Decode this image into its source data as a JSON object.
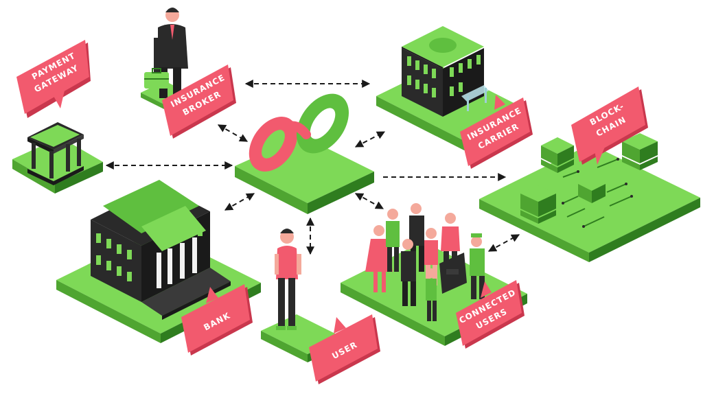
{
  "labels": {
    "payment_gateway": [
      "PAYMENT",
      "GATEWAY"
    ],
    "insurance_broker": [
      "INSURANCE",
      "BROKER"
    ],
    "insurance_carrier": [
      "INSURANCE",
      "CARRIER"
    ],
    "blockchain": [
      "BLOCK-",
      "CHAIN"
    ],
    "bank": [
      "BANK"
    ],
    "user": [
      "USER"
    ],
    "connected_users": [
      "CONNECTED",
      "USERS"
    ]
  },
  "colors": {
    "green_top": "#7ed957",
    "green_side": "#4fa531",
    "green_dark": "#2f7d1f",
    "tag_pink": "#f25a6e",
    "tag_pink_dark": "#c9374d",
    "building_dark": "#2a2a2a",
    "arrow": "#1a1a1a"
  },
  "icons": [
    "link-icon",
    "bank-building-icon",
    "office-building-icon",
    "gateway-pavilion-icon",
    "blockchain-blocks-icon",
    "person-icon",
    "briefcase-icon"
  ]
}
